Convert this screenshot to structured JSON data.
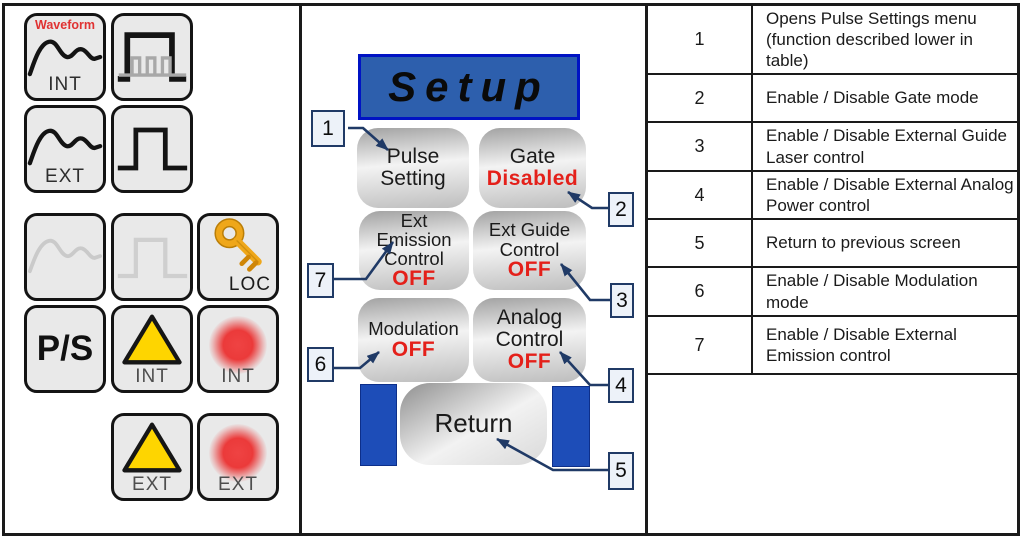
{
  "front_panel": {
    "waveform_overlay": "Waveform",
    "keys": {
      "waveform_int_label": "INT",
      "waveform_ext_label": "EXT",
      "loc_label": "LOC",
      "ps_label": "P/S",
      "aim_int_label": "INT",
      "emission_int_label": "INT",
      "aim_ext_label": "EXT",
      "emission_ext_label": "EXT"
    }
  },
  "setup_screen": {
    "title": "Setup",
    "pulse_setting_button": {
      "line1": "Pulse",
      "line2": "Setting"
    },
    "gate_button": {
      "label": "Gate",
      "status": "Disabled"
    },
    "ext_emission_button": {
      "line1": "Ext",
      "line2": "Emission",
      "line3": "Control",
      "status": "OFF"
    },
    "ext_guide_button": {
      "line1": "Ext Guide",
      "line2": "Control",
      "status": "OFF"
    },
    "modulation_button": {
      "label": "Modulation",
      "status": "OFF"
    },
    "analog_button": {
      "line1": "Analog",
      "line2": "Control",
      "status": "OFF"
    },
    "return_button": "Return"
  },
  "callouts": {
    "c1": "1",
    "c2": "2",
    "c3": "3",
    "c4": "4",
    "c5": "5",
    "c6": "6",
    "c7": "7"
  },
  "legend_table": {
    "rows": [
      {
        "num": "1",
        "desc": "Opens Pulse Settings menu (function described lower in table)"
      },
      {
        "num": "2",
        "desc": "Enable / Disable  Gate mode"
      },
      {
        "num": "3",
        "desc": "Enable / Disable External Guide Laser control"
      },
      {
        "num": "4",
        "desc": "Enable / Disable External Analog Power control"
      },
      {
        "num": "5",
        "desc": "Return to previous screen"
      },
      {
        "num": "6",
        "desc": "Enable / Disable Modulation mode"
      },
      {
        "num": "7",
        "desc": "Enable / Disable External Emission control"
      }
    ]
  },
  "colors": {
    "banner_blue": "#2d5fad",
    "banner_border_blue": "#0013c4",
    "side_rect_blue": "#1d4db8",
    "status_red": "#e4201a",
    "waveform_label_red": "#e03232",
    "callout_navy": "#203a66",
    "key_gold": "#efa71a"
  }
}
